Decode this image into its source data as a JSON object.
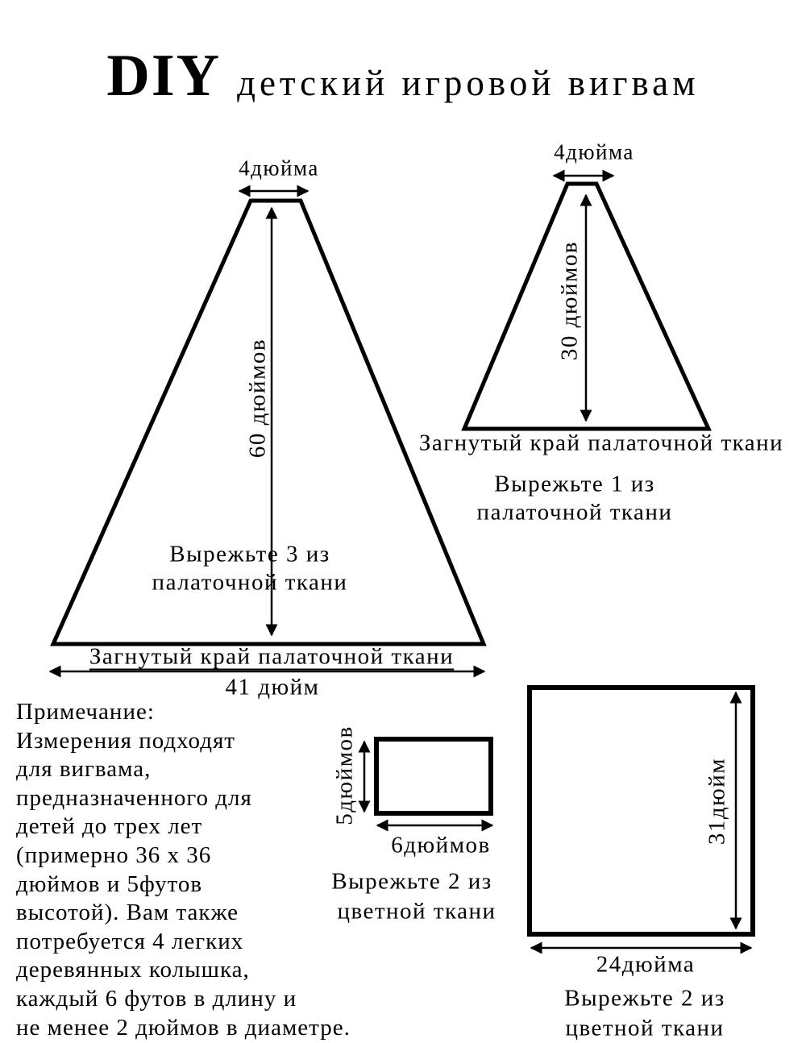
{
  "title": {
    "brand": "DIY",
    "text": "детский игровой вигвам"
  },
  "large_panel": {
    "top_width_label": "4дюйма",
    "height_label": "60 дюймов",
    "cut_line1": "Вырежьте 3 из",
    "cut_line2": "палаточной ткани",
    "folded_edge_label": "Загнутый край палаточной ткани",
    "bottom_width_label": "41 дюйм"
  },
  "door_panel": {
    "top_width_label": "4дюйма",
    "height_label": "30 дюймов",
    "folded_edge_label": "Загнутый край палаточной ткани",
    "cut_line1": "Вырежьте 1 из",
    "cut_line2": "палаточной ткани"
  },
  "note": {
    "lines": [
      "Примечание:",
      "Измерения подходят",
      "для вигвама,",
      "предназначенного для",
      "детей до трех лет",
      "(примерно 36 x 36",
      "дюймов и 5футов",
      "высотой). Вам также",
      "потребуется 4 легких",
      "деревянных колышка,",
      "каждый 6 футов в длину и",
      "не менее 2 дюймов в диаметре."
    ]
  },
  "small_rect": {
    "height_label": "5дюймов",
    "width_label": "6дюймов",
    "cut_line1": "Вырежьте 2 из",
    "cut_line2": "цветной ткани"
  },
  "large_rect": {
    "height_label": "31дюйм",
    "width_label": "24дюйма",
    "cut_line1": "Вырежьте 2 из",
    "cut_line2": "цветной ткани"
  },
  "colors": {
    "ink": "#000000",
    "background": "#ffffff"
  }
}
